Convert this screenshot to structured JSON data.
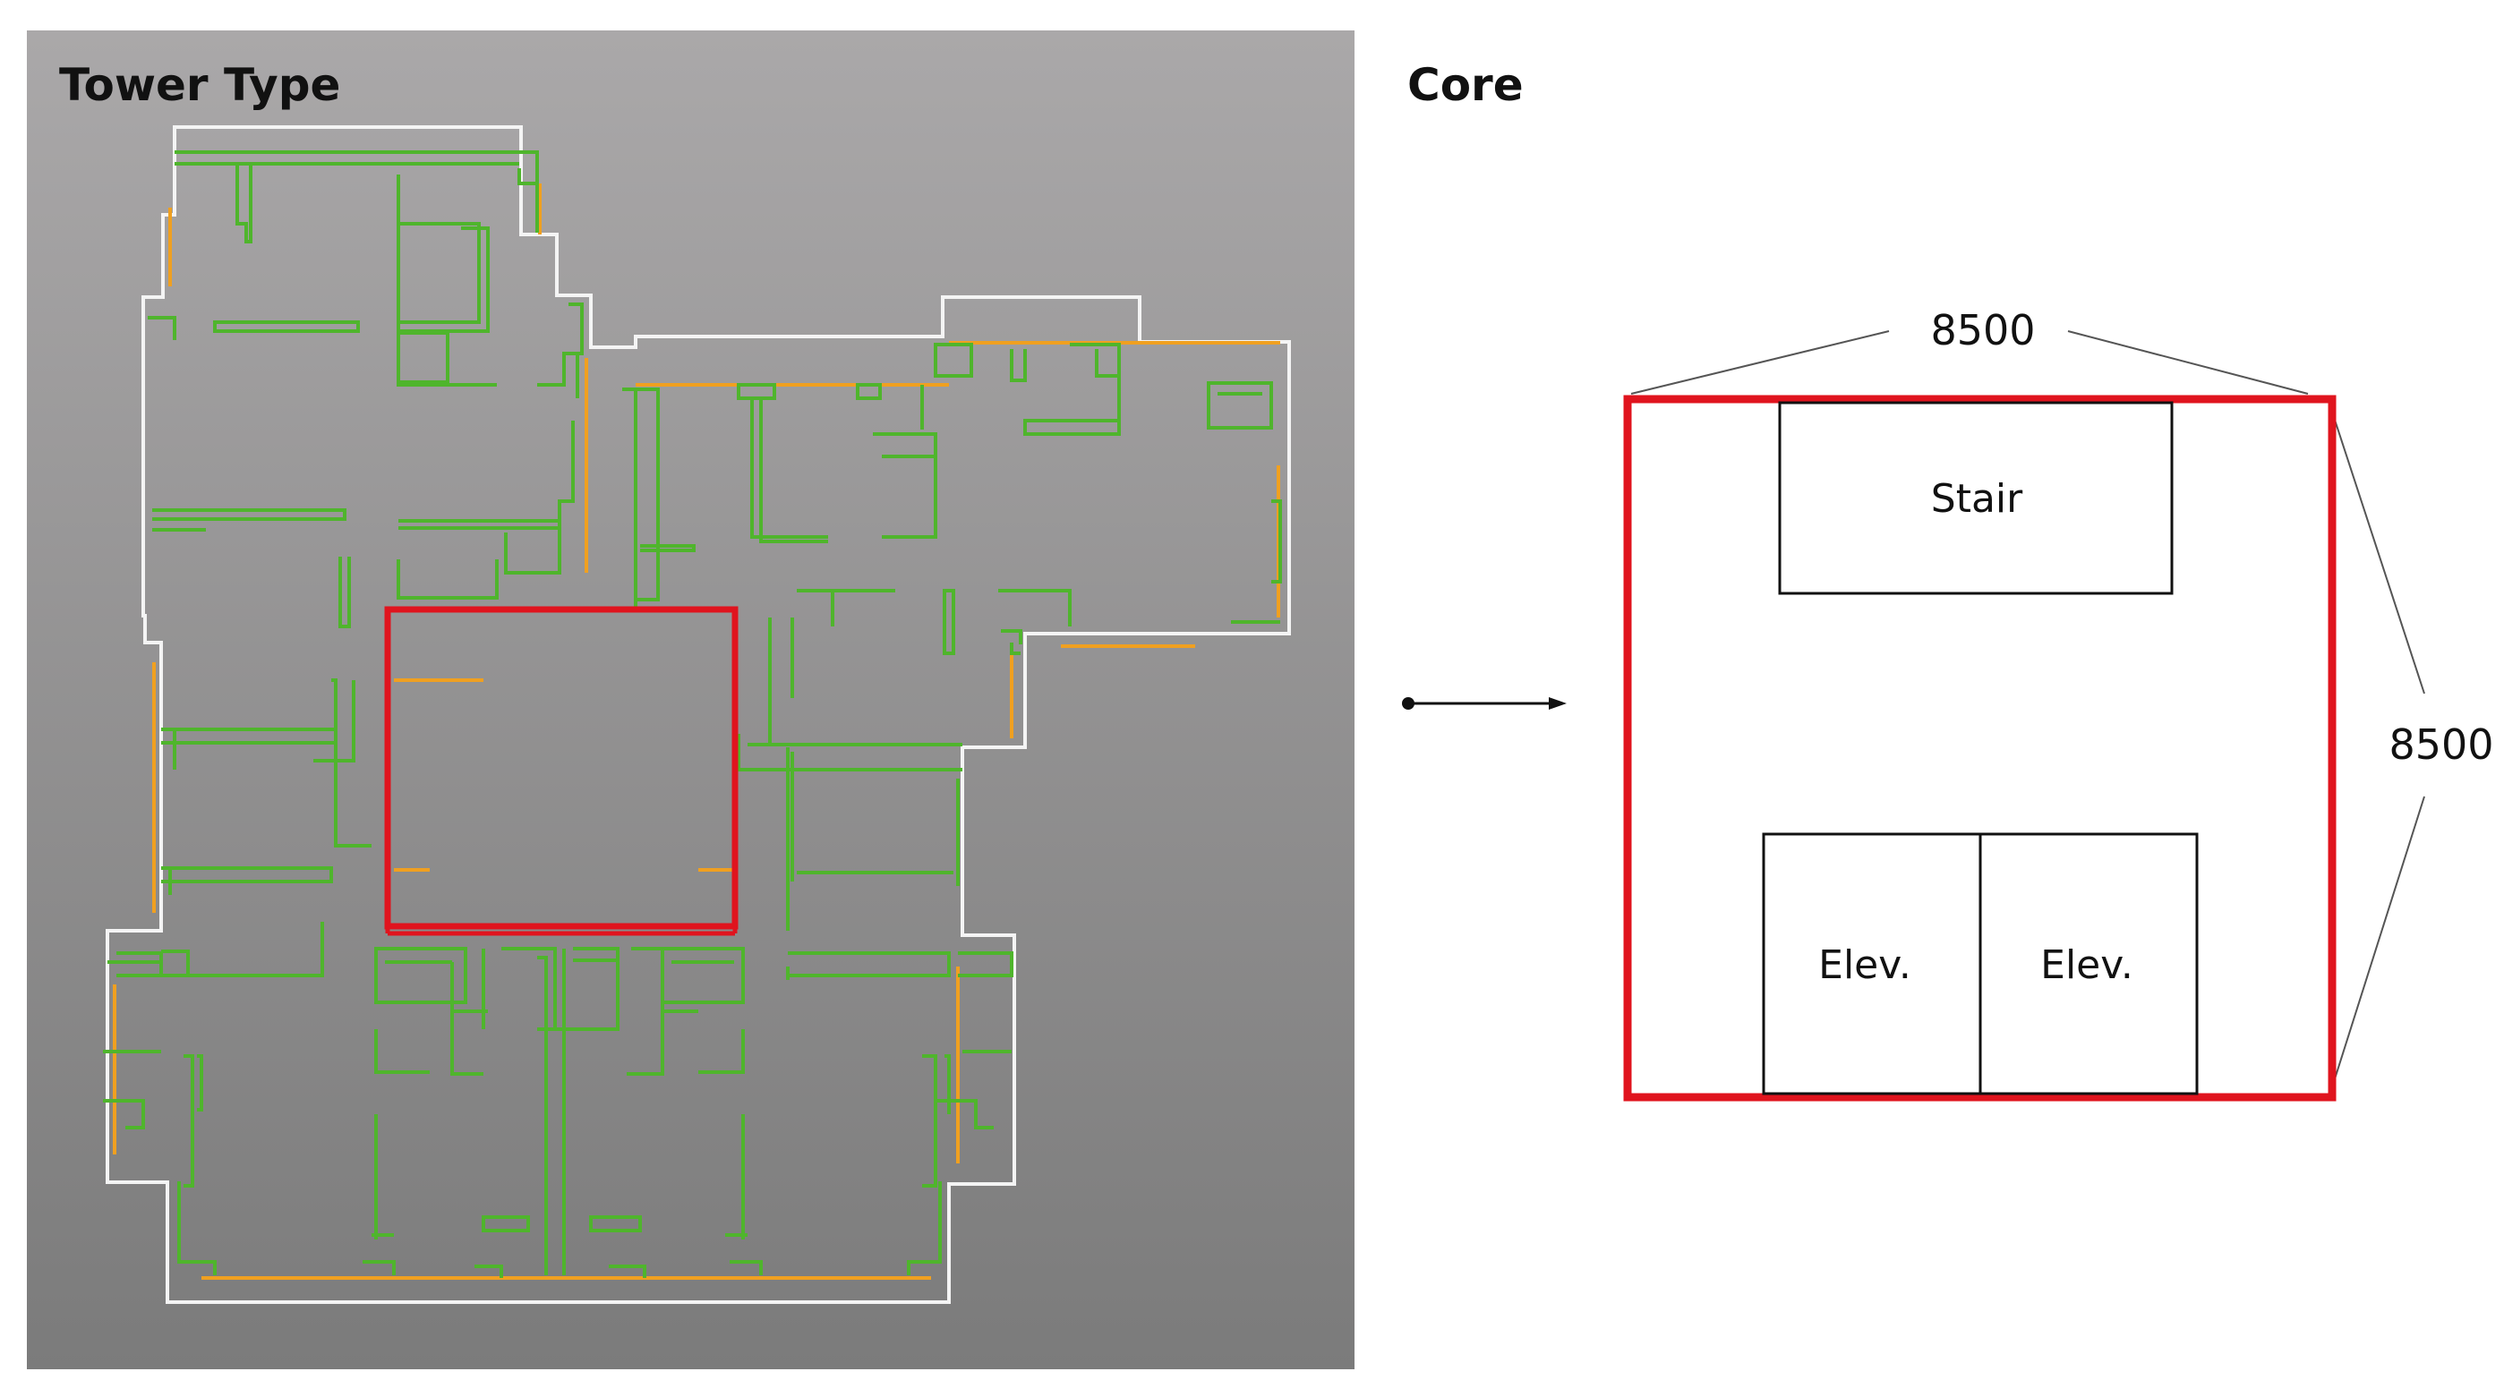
{
  "left_panel": {
    "title": "Tower Type"
  },
  "right_panel": {
    "title": "Core",
    "dimension_top": "8500",
    "dimension_right": "8500",
    "rooms": {
      "stair": "Stair",
      "elevator_left": "Elev.",
      "elevator_right": "Elev."
    }
  },
  "colors": {
    "highlight_red": "#e0141e",
    "wall_green": "#4fb52c",
    "window_orange": "#f0a020",
    "outline_white": "#f4f4f4",
    "panel_gray_top": "#aaa8a9",
    "panel_gray_bottom": "#7b7b7b"
  }
}
